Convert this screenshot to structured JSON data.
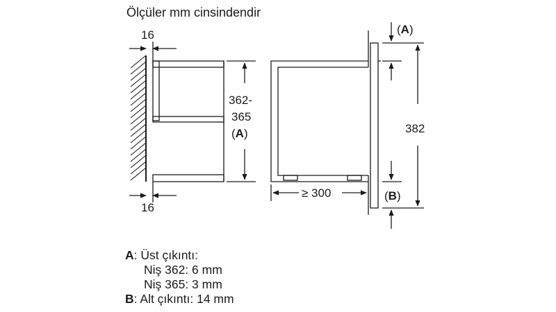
{
  "title": "Ölçüler mm cinsindendir",
  "dimensions": {
    "top_thickness": "16",
    "bottom_thickness": "16",
    "niche_height_line1": "362-",
    "niche_height_line2": "365",
    "niche_height_ref_open": "(",
    "niche_height_ref": "A",
    "niche_height_ref_close": ")",
    "depth": "≥ 300",
    "appliance_height": "382",
    "ref_a_open": "(",
    "ref_a": "A",
    "ref_a_close": ")",
    "ref_b_open": "(",
    "ref_b": "B",
    "ref_b_close": ")"
  },
  "legend": {
    "a_key": "A",
    "a_text": ": Üst çıkıntı:",
    "a_line2": "Niş 362: 6 mm",
    "a_line3": "Niş 365: 3 mm",
    "b_key": "B",
    "b_text": ": Alt çıkıntı: 14 mm"
  }
}
